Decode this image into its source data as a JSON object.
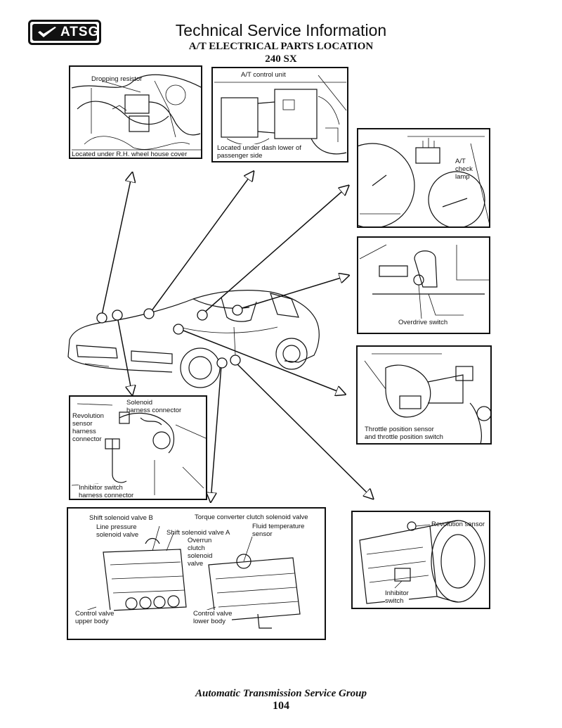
{
  "header": {
    "logo_text": "ATSG",
    "title": "Technical Service Information",
    "subtitle": "A/T ELECTRICAL PARTS LOCATION",
    "model": "240 SX"
  },
  "panels": {
    "dropping_resistor": {
      "label": "Dropping resistor",
      "caption": "Located under R.H. wheel house cover"
    },
    "control_unit": {
      "label": "A/T control unit",
      "caption": "Located under dash lower of\npassenger side"
    },
    "check_lamp": {
      "label": "A/T\ncheck\nlamp"
    },
    "overdrive": {
      "label": "Overdrive switch"
    },
    "throttle": {
      "label": "Throttle position sensor\nand throttle position switch"
    },
    "harness": {
      "solenoid_label": "Solenoid\nharness connector",
      "revolution_label": "Revolution\nsensor\nharness\nconnector",
      "inhibitor_label": "Inhibitor switch\nharness connector"
    },
    "valves": {
      "shift_b": "Shift solenoid valve B",
      "line_pressure": "Line pressure\nsolenoid valve",
      "shift_a": "Shift solenoid valve A",
      "overrun": "Overrun\nclutch\nsolenoid\nvalve",
      "torque_converter": "Torque converter clutch solenoid valve",
      "fluid_temp": "Fluid temperature\nsensor",
      "upper_body": "Control valve\nupper body",
      "lower_body": "Control valve\nlower body"
    },
    "transmission": {
      "revolution_sensor": "Revolution sensor",
      "inhibitor_switch": "Inhibitor\nswitch"
    }
  },
  "footer": {
    "company": "Automatic Transmission Service Group",
    "page_number": "104"
  }
}
